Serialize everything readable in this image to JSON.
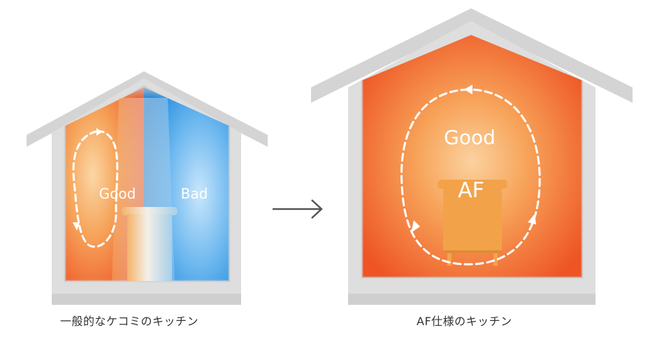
{
  "left_house": {
    "good_label": "Good",
    "bad_label": "Bad",
    "caption": "一般的なケコミのキッチン"
  },
  "right_house": {
    "good_label": "Good",
    "cabinet_label": "AF",
    "caption": "AF仕様のキッチン"
  },
  "arrow": {
    "glyph": "→"
  },
  "colors": {
    "house_frame": "#dcdcdc",
    "house_shadow": "#c4c4c4",
    "warm_outer": "#f0622e",
    "warm_inner": "#f7b25e",
    "cool_outer": "#1f8fe0",
    "cool_inner": "#9fd4f6",
    "arrow": "#555555"
  }
}
